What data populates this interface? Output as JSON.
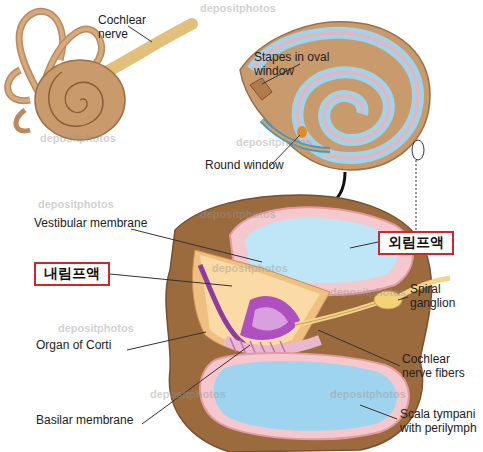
{
  "diagram": {
    "nodes": [
      {
        "text": [
          "외림프액"
        ]
      },
      {
        "text": [
          "내림프액"
        ]
      }
    ],
    "labels": [
      "Cochlear nerve",
      "Stapes in oval window",
      "Round window",
      "Vestibular membrane",
      "Spiral ganglion",
      "Organ of Corti",
      "Cochlear nerve fibers",
      "Basilar membrane",
      "Scala tympani with perilymph",
      "depositphotos",
      "depositphotos",
      "depositphotos",
      "depositphotos",
      "depositphotos",
      "depositphotos",
      "depositphotos",
      "depositphotos",
      "depositphotos",
      "depositphotos"
    ]
  }
}
